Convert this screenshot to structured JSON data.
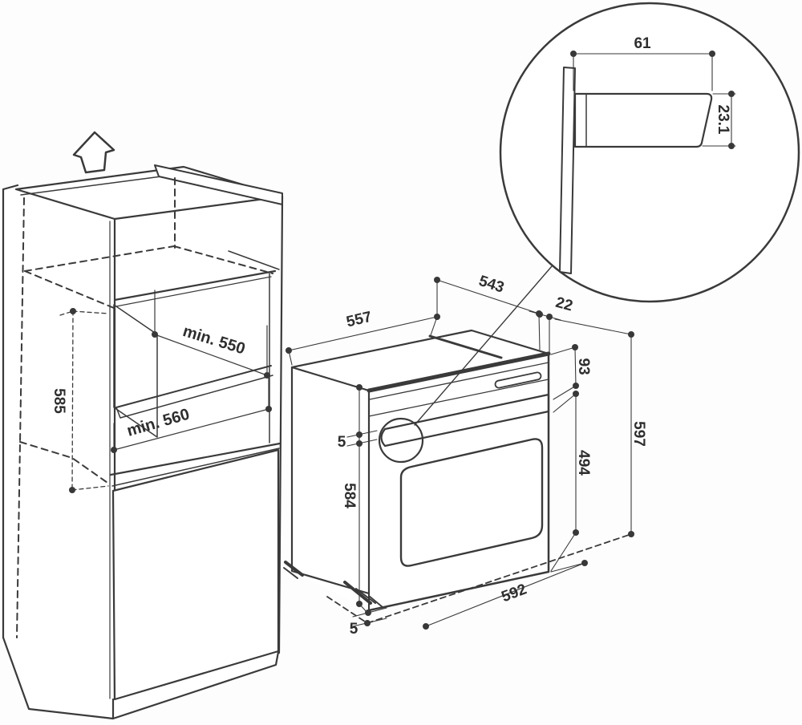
{
  "diagram": {
    "kind": "oven-built-in-installation-dimensions",
    "units_shown": false
  },
  "labels": {
    "niche_height": "585",
    "niche_depth_min": "min. 550",
    "niche_width_min": "min. 560",
    "oven_depth_front": "557",
    "oven_depth_body": "543",
    "door_offset": "22",
    "control_panel_height": "93",
    "door_height": "494",
    "total_height": "597",
    "body_height": "584",
    "oven_width": "592",
    "gap_left": "5",
    "gap_bottom": "5",
    "handle_depth": "61",
    "handle_thickness": "23.1"
  },
  "colors": {
    "line": "#3a3a3a",
    "background": "#fdfdfd",
    "niche_wall_fill": "#e7e7e7",
    "oven_side_fill": "#ebebeb",
    "text": "#2e2e2e"
  }
}
